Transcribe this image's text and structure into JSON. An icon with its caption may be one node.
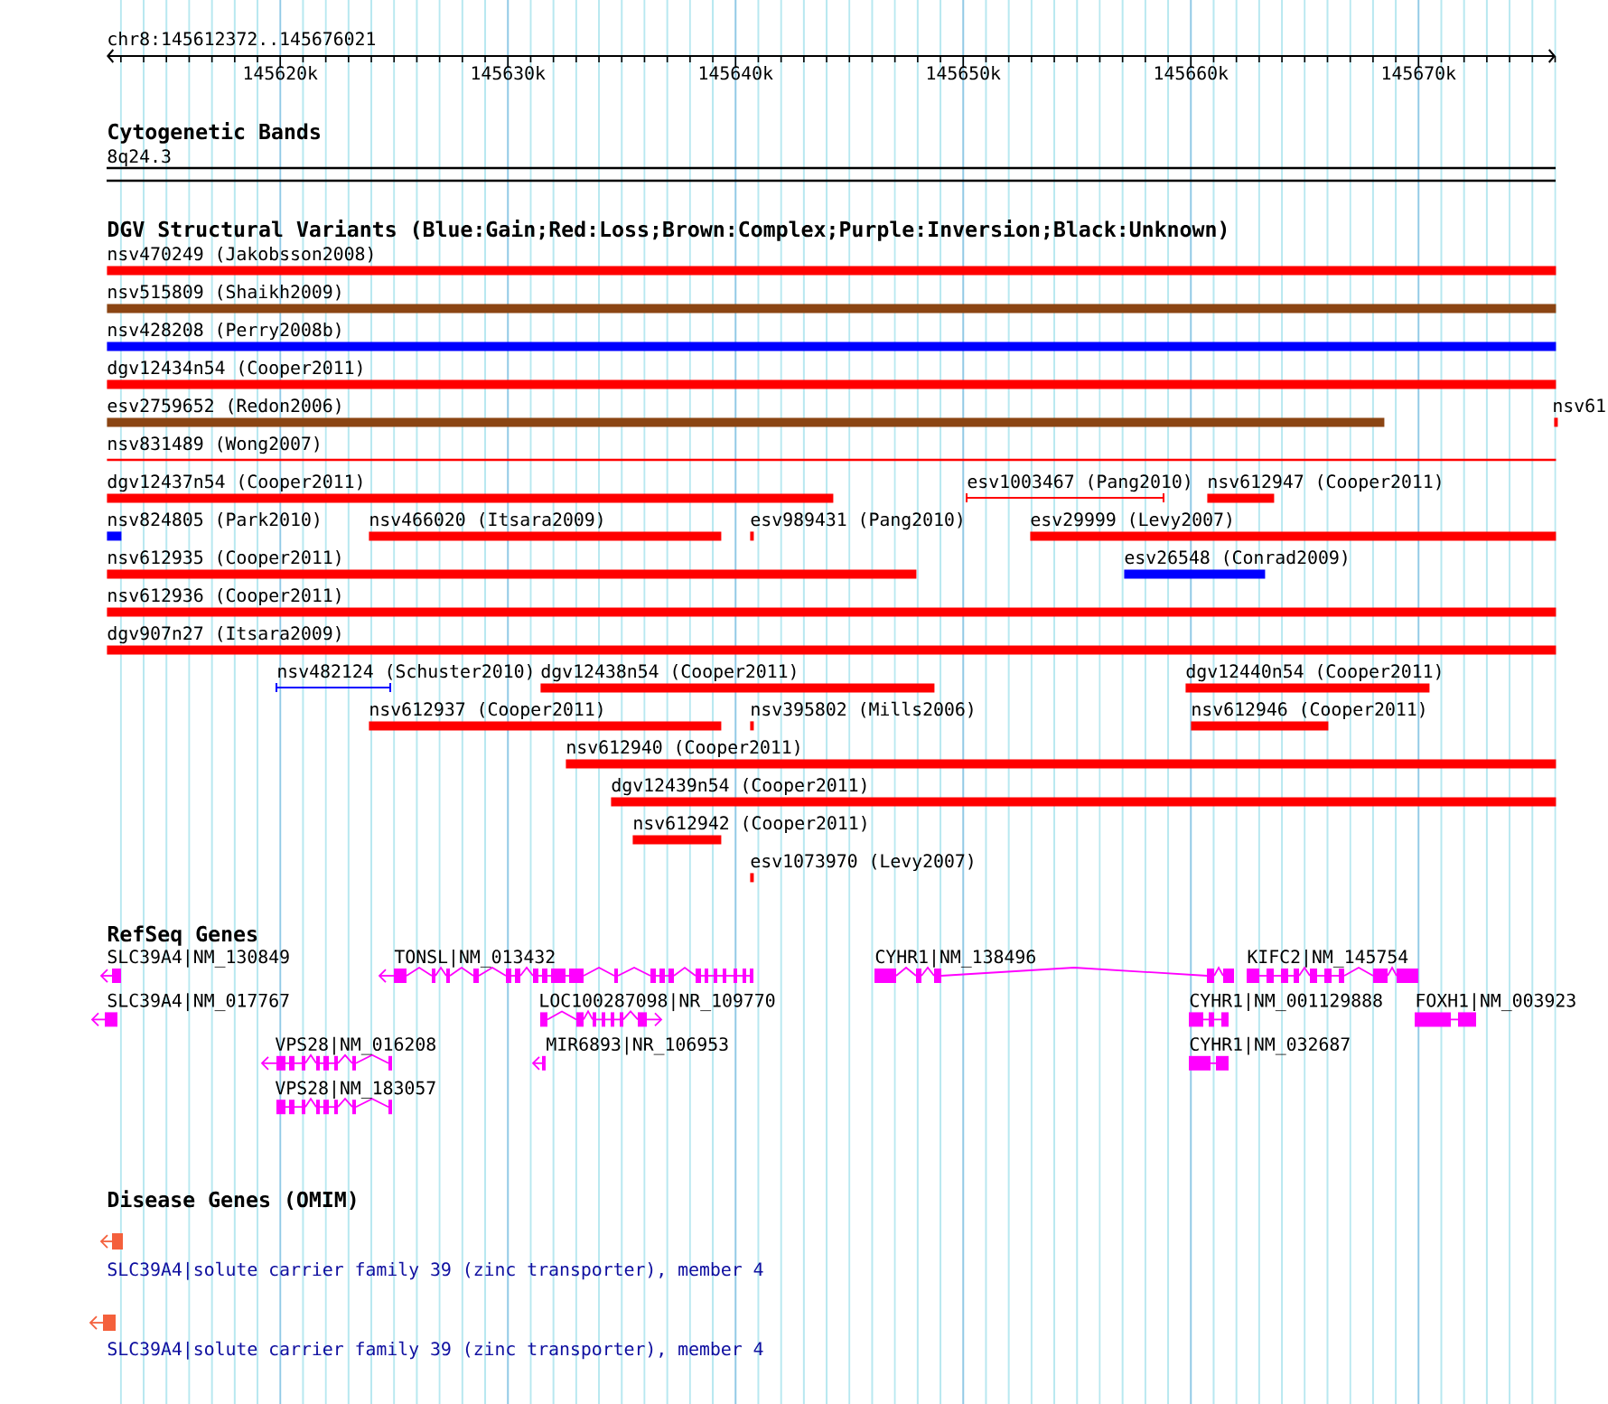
{
  "diagram": {
    "title": "chr8:145612372..145676021",
    "nodes": [
      {
        "text": [
          "8q24.3"
        ]
      },
      {
        "text": [
          "nsv470249 (Jakobsson2008)"
        ]
      },
      {
        "text": [
          "nsv515809 (Shaikh2009)"
        ]
      },
      {
        "text": [
          "nsv428208 (Perry2008b)"
        ]
      },
      {
        "text": [
          "dgv12434n54 (Cooper2011)"
        ]
      },
      {
        "text": [
          "esv2759652 (Redon2006)"
        ]
      },
      {
        "text": [
          "nsv61"
        ]
      },
      {
        "text": [
          "nsv831489 (Wong2007)"
        ]
      },
      {
        "text": [
          "dgv12437n54 (Cooper2011)"
        ]
      },
      {
        "text": [
          "esv1003467 (Pang2010)"
        ]
      },
      {
        "text": [
          "nsv612947 (Cooper2011)"
        ]
      },
      {
        "text": [
          "nsv824805 (Park2010)"
        ]
      },
      {
        "text": [
          "nsv466020 (Itsara2009)"
        ]
      },
      {
        "text": [
          "esv989431 (Pang2010)"
        ]
      },
      {
        "text": [
          "esv29999 (Levy2007)"
        ]
      },
      {
        "text": [
          "nsv612935 (Cooper2011)"
        ]
      },
      {
        "text": [
          "esv26548 (Conrad2009)"
        ]
      },
      {
        "text": [
          "nsv612936 (Cooper2011)"
        ]
      },
      {
        "text": [
          "dgv907n27 (Itsara2009)"
        ]
      },
      {
        "text": [
          "nsv482124 (Schuster2010)"
        ]
      },
      {
        "text": [
          "dgv12438n54 (Cooper2011)"
        ]
      },
      {
        "text": [
          "dgv12440n54 (Cooper2011)"
        ]
      },
      {
        "text": [
          "nsv612937 (Cooper2011)"
        ]
      },
      {
        "text": [
          "nsv395802 (Mills2006)"
        ]
      },
      {
        "text": [
          "nsv612946 (Cooper2011)"
        ]
      },
      {
        "text": [
          "nsv612940 (Cooper2011)"
        ]
      },
      {
        "text": [
          "dgv12439n54 (Cooper2011)"
        ]
      },
      {
        "text": [
          "nsv612942 (Cooper2011)"
        ]
      },
      {
        "text": [
          "esv1073970 (Levy2007)"
        ]
      },
      {
        "text": [
          "SLC39A4|NM_130849"
        ]
      },
      {
        "text": [
          "TONSL|NM_013432"
        ]
      },
      {
        "text": [
          "CYHR1|NM_138496"
        ]
      },
      {
        "text": [
          "KIFC2|NM_145754"
        ]
      },
      {
        "text": [
          "SLC39A4|NM_017767"
        ]
      },
      {
        "text": [
          "LOC100287098|NR_109770"
        ]
      },
      {
        "text": [
          "CYHR1|NM_001129888"
        ]
      },
      {
        "text": [
          "FOXH1|NM_003923"
        ]
      },
      {
        "text": [
          "VPS28|NM_016208"
        ]
      },
      {
        "text": [
          "MIR6893|NR_106953"
        ]
      },
      {
        "text": [
          "CYHR1|NM_032687"
        ]
      },
      {
        "text": [
          "VPS28|NM_183057"
        ]
      },
      {
        "text": [
          "SLC39A4|solute carrier family 39 (zinc transporter), member 4"
        ]
      },
      {
        "text": [
          "SLC39A4|solute carrier family 39 (zinc transporter), member 4"
        ]
      }
    ],
    "labels": [
      "145620k",
      "145630k",
      "145640k",
      "145650k",
      "145660k",
      "145670k",
      "Cytogenetic Bands",
      "DGV Structural Variants (Blue:Gain;Red:Loss;Brown:Complex;Purple:Inversion;Black:Unknown)",
      "RefSeq Genes",
      "Disease Genes (OMIM)"
    ]
  }
}
